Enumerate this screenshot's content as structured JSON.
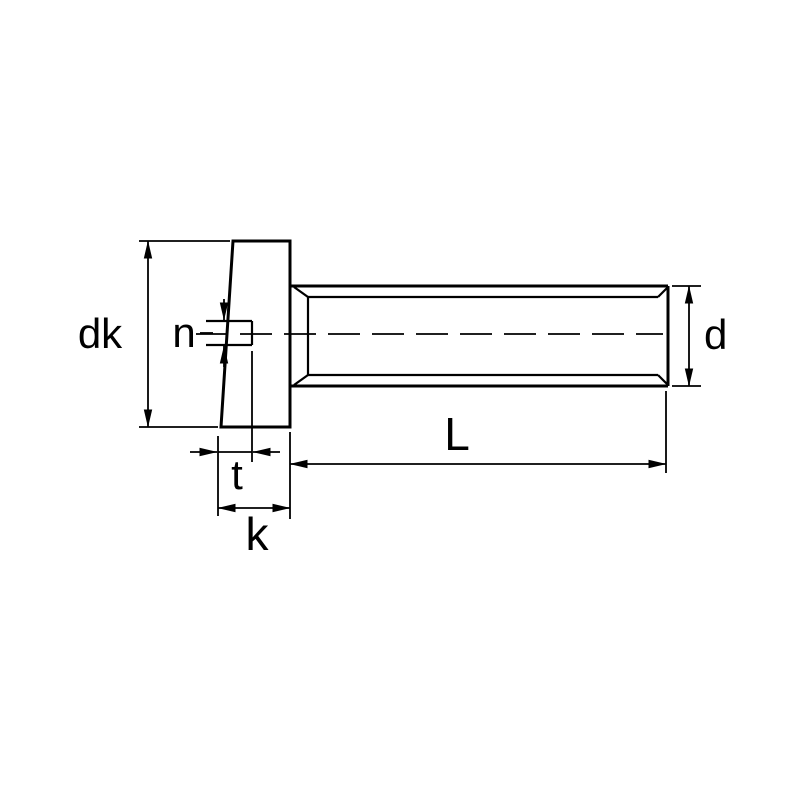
{
  "drawing": {
    "background_color": "#ffffff",
    "line_color": "#000000",
    "labels": {
      "head_diameter": "dk",
      "slot_width": "n",
      "thread_diameter": "d",
      "length": "L",
      "slot_depth": "t",
      "head_height": "k"
    }
  }
}
